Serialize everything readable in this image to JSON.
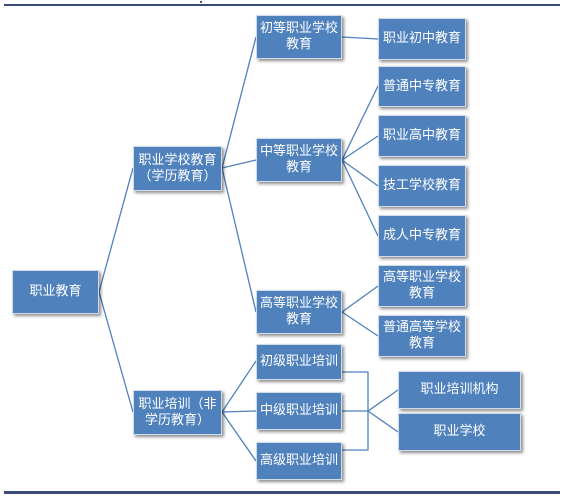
{
  "diagram": {
    "colors": {
      "node_fill": "#4f81bd",
      "node_text": "#ffffff",
      "connector": "#4f81bd",
      "frame": "#3a4a7a"
    },
    "root": {
      "label": "职业教育"
    },
    "level1": {
      "school_education": {
        "label": "职业学校教育（学历教育）"
      },
      "training": {
        "label": "职业培训（非学历教育）"
      }
    },
    "level2": {
      "primary": {
        "label": "初等职业学校教育"
      },
      "secondary": {
        "label": "中等职业学校教育"
      },
      "higher": {
        "label": "高等职业学校教育"
      },
      "training_primary": {
        "label": "初级职业培训"
      },
      "training_middle": {
        "label": "中级职业培训"
      },
      "training_senior": {
        "label": "高级职业培训"
      }
    },
    "level3": {
      "vocational_junior": {
        "label": "职业初中教育"
      },
      "ordinary_secondary_specialized": {
        "label": "普通中专教育"
      },
      "vocational_high": {
        "label": "职业高中教育"
      },
      "technical_school": {
        "label": "技工学校教育"
      },
      "adult_secondary_specialized": {
        "label": "成人中专教育"
      },
      "higher_vocational_school": {
        "label": "高等职业学校教育"
      },
      "ordinary_higher_school": {
        "label": "普通高等学校教育"
      },
      "training_institution": {
        "label": "职业培训机构"
      },
      "vocational_school": {
        "label": "职业学校"
      }
    }
  }
}
